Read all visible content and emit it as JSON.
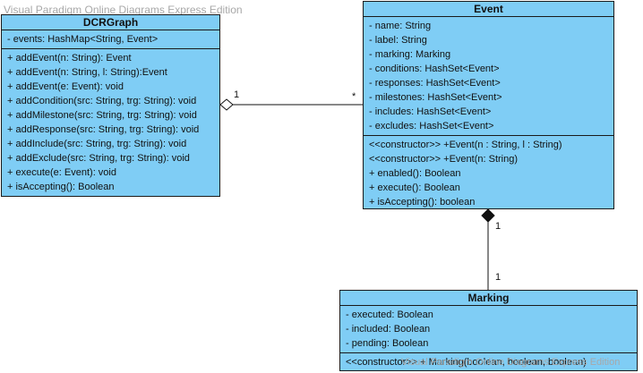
{
  "watermark": {
    "top": "Visual Paradigm Online Diagrams Express Edition",
    "bottom": "Visual Paradigm Online Diagrams Express Edition"
  },
  "classes": {
    "dcr": {
      "name": "DCRGraph",
      "attributes": [
        "- events: HashMap<String, Event>"
      ],
      "operations": [
        "+ addEvent(n: String): Event",
        "+ addEvent(n: String, l: String):Event",
        "+ addEvent(e: Event): void",
        "+ addCondition(src: String, trg: String): void",
        "+ addMilestone(src: String, trg: String): void",
        "+ addResponse(src: String, trg: String): void",
        "+ addInclude(src: String, trg: String): void",
        "+ addExclude(src: String, trg: String): void",
        "+ execute(e: Event): void",
        "+ isAccepting(): Boolean"
      ]
    },
    "event": {
      "name": "Event",
      "attributes": [
        "- name: String",
        "- label: String",
        "- marking: Marking",
        "- conditions: HashSet<Event>",
        "- responses: HashSet<Event>",
        "- milestones: HashSet<Event>",
        "- includes: HashSet<Event>",
        "- excludes: HashSet<Event>"
      ],
      "operations": [
        "<<constructor>> +Event(n : String, l : String)",
        "<<constructor>> +Event(n: String)",
        "+ enabled(): Boolean",
        "+ execute(): Boolean",
        "+ isAccepting(): boolean"
      ]
    },
    "marking": {
      "name": "Marking",
      "attributes": [
        "- executed: Boolean",
        "- included: Boolean",
        "- pending: Boolean"
      ],
      "operations": [
        "<<constructor>> + Marking(boolean, boolean, boolean)"
      ]
    }
  },
  "associations": {
    "dcr_event": {
      "type": "aggregation",
      "source_multiplicity": "1",
      "target_multiplicity": "*"
    },
    "event_marking": {
      "type": "composition",
      "source_multiplicity": "1",
      "target_multiplicity": "1"
    }
  }
}
